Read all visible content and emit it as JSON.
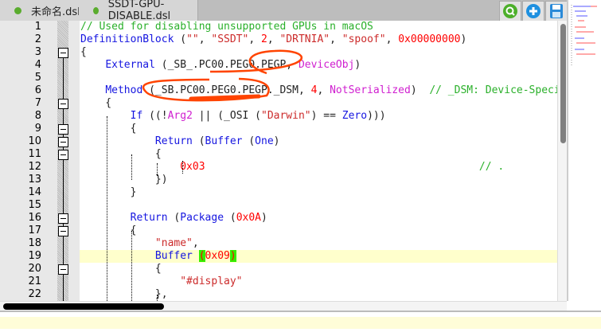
{
  "tabs": [
    {
      "label": "未命名.dsl",
      "active": false
    },
    {
      "label": "SSDT-GPU-DISABLE.dsl",
      "active": true
    }
  ],
  "toolbar": {
    "search_icon": "green-search",
    "add_icon": "blue-plus",
    "save_icon": "floppy-disk"
  },
  "colors": {
    "comment": "#2ab02a",
    "keyword": "#1515e0",
    "string": "#cc2b2b",
    "number": "#ff0000",
    "builtin": "#d020d0",
    "annotation": "#ff4400",
    "highlight_line": "#ffffcc"
  },
  "editor": {
    "current_line": 19,
    "fold_lines": [
      3,
      7,
      9,
      10,
      11,
      16,
      17,
      20
    ],
    "lines": [
      [
        [
          "c",
          "// Used for disabling unsupported GPUs in macOS"
        ]
      ],
      [
        [
          "k",
          "DefinitionBlock"
        ],
        [
          "t",
          " ("
        ],
        [
          "s",
          "\"\""
        ],
        [
          "t",
          ", "
        ],
        [
          "s",
          "\"SSDT\""
        ],
        [
          "t",
          ", "
        ],
        [
          "n",
          "2"
        ],
        [
          "t",
          ", "
        ],
        [
          "s",
          "\"DRTNIA\""
        ],
        [
          "t",
          ", "
        ],
        [
          "s",
          "\"spoof\""
        ],
        [
          "t",
          ", "
        ],
        [
          "n",
          "0x00000000"
        ],
        [
          "t",
          ")"
        ]
      ],
      [
        [
          "t",
          "{"
        ]
      ],
      [
        [
          "t",
          "    "
        ],
        [
          "k",
          "External"
        ],
        [
          "t",
          " (_SB_.PC00.PEG0.PEGP, "
        ],
        [
          "p",
          "DeviceObj"
        ],
        [
          "t",
          ")"
        ]
      ],
      [],
      [
        [
          "t",
          "    "
        ],
        [
          "k",
          "Method"
        ],
        [
          "t",
          " (_SB.PC00.PEG0.PEGP._DSM, "
        ],
        [
          "n",
          "4"
        ],
        [
          "t",
          ", "
        ],
        [
          "p",
          "NotSerialized"
        ],
        [
          "t",
          ")  "
        ],
        [
          "c",
          "// _DSM: Device-Specific Method"
        ]
      ],
      [
        [
          "t",
          "    {"
        ]
      ],
      [
        [
          "t",
          "        "
        ],
        [
          "k",
          "If"
        ],
        [
          "t",
          " ((!"
        ],
        [
          "p",
          "Arg2"
        ],
        [
          "t",
          " || (_OSI ("
        ],
        [
          "s",
          "\"Darwin\""
        ],
        [
          "t",
          ") == "
        ],
        [
          "k",
          "Zero"
        ],
        [
          "t",
          ")))"
        ]
      ],
      [
        [
          "t",
          "        {"
        ]
      ],
      [
        [
          "t",
          "            "
        ],
        [
          "k",
          "Return"
        ],
        [
          "t",
          " ("
        ],
        [
          "k",
          "Buffer"
        ],
        [
          "t",
          " ("
        ],
        [
          "k",
          "One"
        ],
        [
          "t",
          ")"
        ]
      ],
      [
        [
          "t",
          "            {"
        ]
      ],
      [
        [
          "t",
          "                "
        ],
        [
          "n",
          "0x03"
        ],
        [
          "t",
          "                                            "
        ],
        [
          "c",
          "// ."
        ]
      ],
      [
        [
          "t",
          "            })"
        ]
      ],
      [
        [
          "t",
          "        }"
        ]
      ],
      [],
      [
        [
          "t",
          "        "
        ],
        [
          "k",
          "Return"
        ],
        [
          "t",
          " ("
        ],
        [
          "k",
          "Package"
        ],
        [
          "t",
          " ("
        ],
        [
          "n",
          "0x0A"
        ],
        [
          "t",
          ")"
        ]
      ],
      [
        [
          "t",
          "        {"
        ]
      ],
      [
        [
          "t",
          "            "
        ],
        [
          "s",
          "\"name\""
        ],
        [
          "t",
          ","
        ]
      ],
      [
        [
          "t",
          "            "
        ],
        [
          "k",
          "Buffer"
        ],
        [
          "t",
          " "
        ],
        [
          "b",
          "("
        ],
        [
          "n",
          "0x09"
        ],
        [
          "b",
          ")"
        ]
      ],
      [
        [
          "t",
          "            {"
        ]
      ],
      [
        [
          "t",
          "                "
        ],
        [
          "s",
          "\"#display\""
        ]
      ],
      [
        [
          "t",
          "            },"
        ]
      ]
    ]
  }
}
